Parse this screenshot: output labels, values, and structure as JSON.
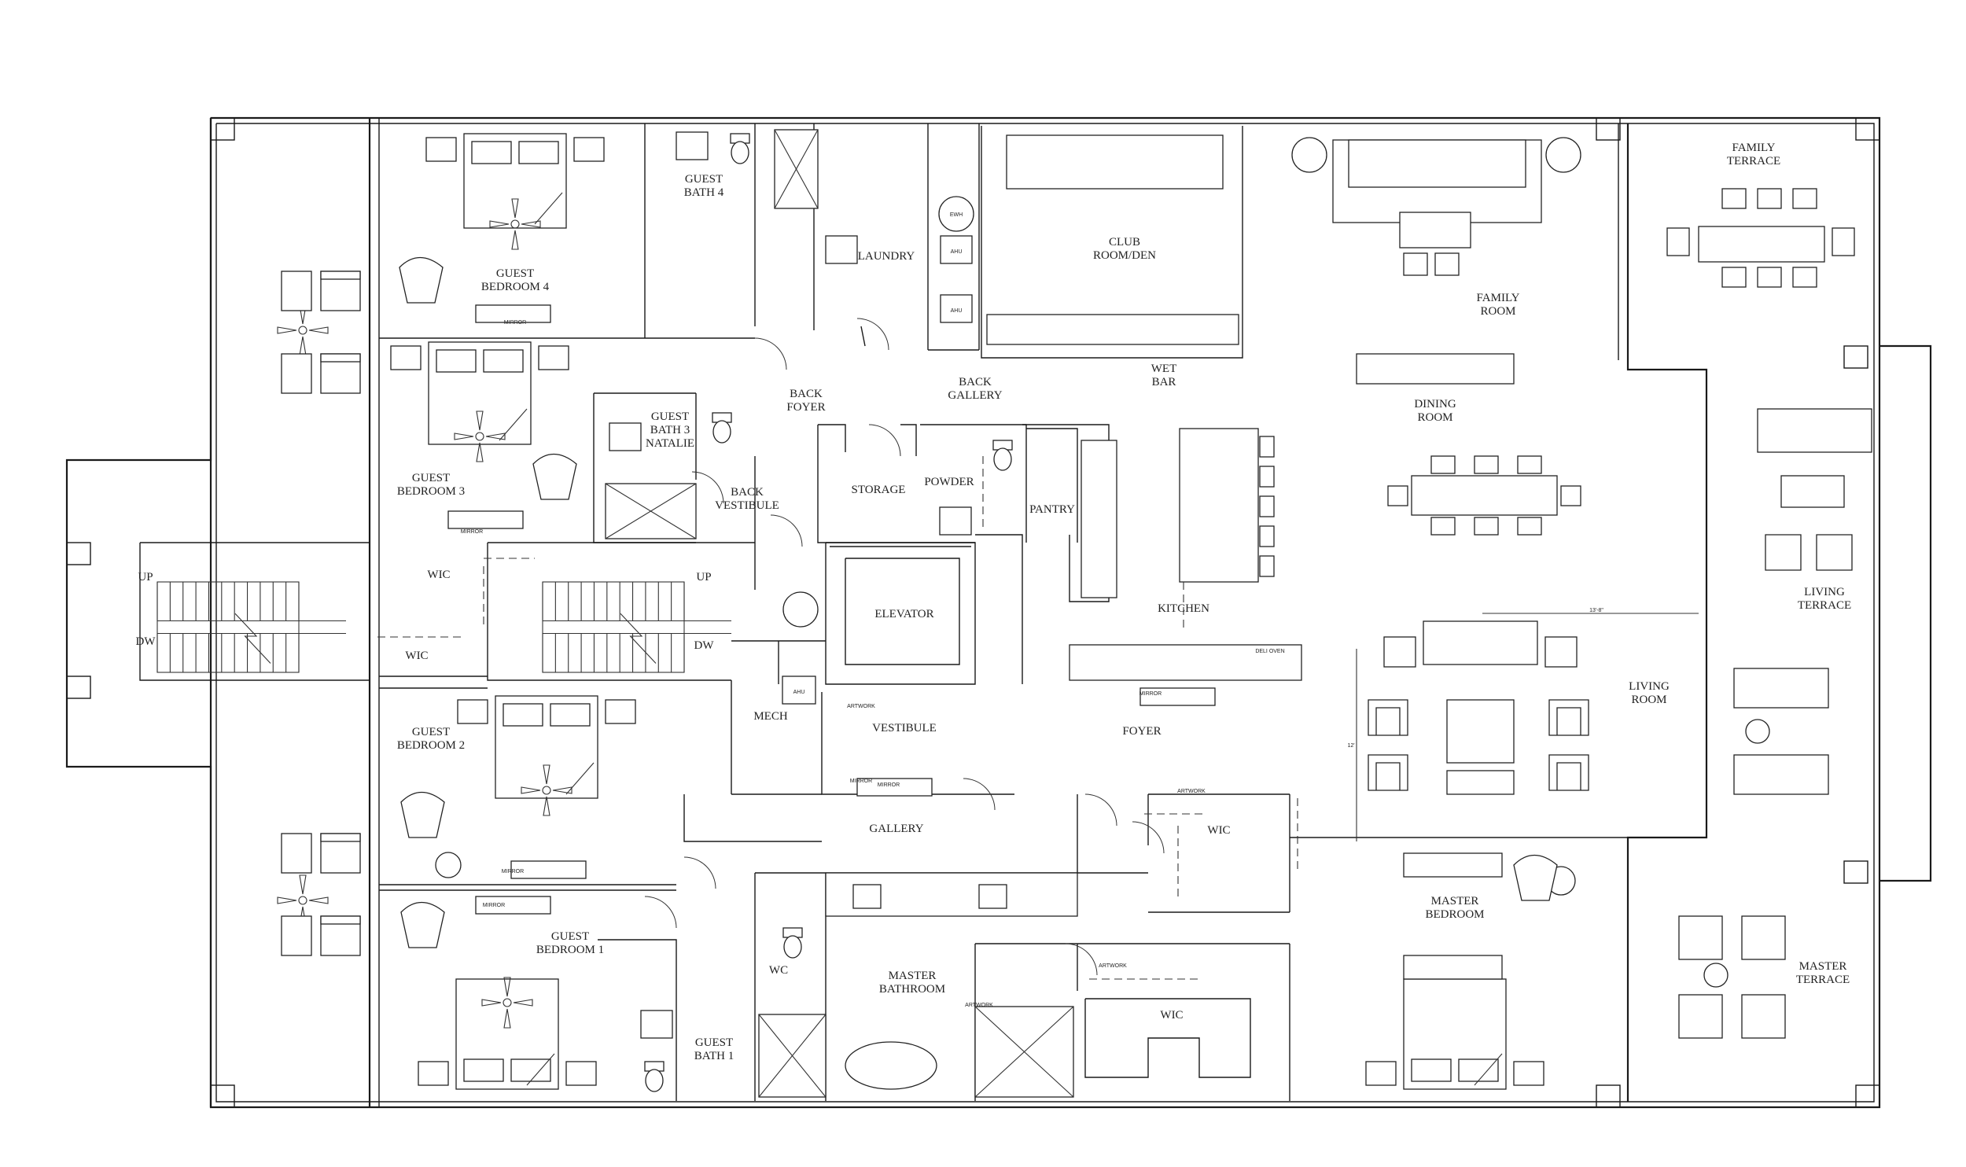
{
  "rooms": [
    {
      "id": "family-terrace",
      "lines": [
        "FAMILY",
        "TERRACE"
      ]
    },
    {
      "id": "guest-bath-4",
      "lines": [
        "GUEST",
        "BATH 4"
      ]
    },
    {
      "id": "laundry",
      "lines": [
        "LAUNDRY"
      ]
    },
    {
      "id": "club-room-den",
      "lines": [
        "CLUB",
        "ROOM/DEN"
      ]
    },
    {
      "id": "family-room",
      "lines": [
        "FAMILY",
        "ROOM"
      ]
    },
    {
      "id": "guest-bedroom-4",
      "lines": [
        "GUEST",
        "BEDROOM 4"
      ]
    },
    {
      "id": "back-foyer",
      "lines": [
        "BACK",
        "FOYER"
      ]
    },
    {
      "id": "back-gallery",
      "lines": [
        "BACK",
        "GALLERY"
      ]
    },
    {
      "id": "wet-bar",
      "lines": [
        "WET",
        "BAR"
      ]
    },
    {
      "id": "dining-room",
      "lines": [
        "DINING",
        "ROOM"
      ]
    },
    {
      "id": "guest-bath-3",
      "lines": [
        "GUEST",
        "BATH 3",
        "NATALIE"
      ]
    },
    {
      "id": "storage",
      "lines": [
        "STORAGE"
      ]
    },
    {
      "id": "powder",
      "lines": [
        "POWDER"
      ]
    },
    {
      "id": "pantry",
      "lines": [
        "PANTRY"
      ]
    },
    {
      "id": "guest-bedroom-3",
      "lines": [
        "GUEST",
        "BEDROOM 3"
      ]
    },
    {
      "id": "back-vestibule",
      "lines": [
        "BACK",
        "VESTIBULE"
      ]
    },
    {
      "id": "living-terrace",
      "lines": [
        "LIVING",
        "TERRACE"
      ]
    },
    {
      "id": "wic-1",
      "lines": [
        "WIC"
      ]
    },
    {
      "id": "kitchen",
      "lines": [
        "KITCHEN"
      ]
    },
    {
      "id": "elevator",
      "lines": [
        "ELEVATOR"
      ]
    },
    {
      "id": "wic-2",
      "lines": [
        "WIC"
      ]
    },
    {
      "id": "living-room",
      "lines": [
        "LIVING",
        "ROOM"
      ]
    },
    {
      "id": "mech",
      "lines": [
        "MECH"
      ]
    },
    {
      "id": "vestibule",
      "lines": [
        "VESTIBULE"
      ]
    },
    {
      "id": "foyer",
      "lines": [
        "FOYER"
      ]
    },
    {
      "id": "guest-bedroom-2",
      "lines": [
        "GUEST",
        "BEDROOM 2"
      ]
    },
    {
      "id": "gallery",
      "lines": [
        "GALLERY"
      ]
    },
    {
      "id": "wic-3",
      "lines": [
        "WIC"
      ]
    },
    {
      "id": "master-bedroom",
      "lines": [
        "MASTER",
        "BEDROOM"
      ]
    },
    {
      "id": "master-bathroom",
      "lines": [
        "MASTER",
        "BATHROOM"
      ]
    },
    {
      "id": "wc",
      "lines": [
        "WC"
      ]
    },
    {
      "id": "master-terrace",
      "lines": [
        "MASTER",
        "TERRACE"
      ]
    },
    {
      "id": "guest-bedroom-1",
      "lines": [
        "GUEST",
        "BEDROOM 1"
      ]
    },
    {
      "id": "wic-4",
      "lines": [
        "WIC"
      ]
    },
    {
      "id": "guest-bath-1",
      "lines": [
        "GUEST",
        "BATH 1"
      ]
    }
  ],
  "stairs": [
    {
      "id": "stair-left",
      "up": "UP",
      "down": "DW"
    },
    {
      "id": "stair-right",
      "up": "UP",
      "down": "DW"
    }
  ],
  "equipment": [
    {
      "id": "ewh",
      "text": "EWH"
    },
    {
      "id": "ahu-1",
      "text": "AHU"
    },
    {
      "id": "ahu-2",
      "text": "AHU"
    },
    {
      "id": "ahu-3",
      "text": "AHU"
    }
  ],
  "small_tags": [
    {
      "id": "mirror-1",
      "text": "MIRROR"
    },
    {
      "id": "mirror-2",
      "text": "MIRROR"
    },
    {
      "id": "mirror-3",
      "text": "MIRROR"
    },
    {
      "id": "mirror-4",
      "text": "MIRROR"
    },
    {
      "id": "mirror-5",
      "text": "MIRROR"
    },
    {
      "id": "mirror-6",
      "text": "MIRROR"
    },
    {
      "id": "mirror-7",
      "text": "MIRROR"
    },
    {
      "id": "artwork-1",
      "text": "ARTWORK"
    },
    {
      "id": "artwork-2",
      "text": "ARTWORK"
    },
    {
      "id": "artwork-3",
      "text": "ARTWORK"
    },
    {
      "id": "artwork-4",
      "text": "ARTWORK"
    },
    {
      "id": "deli-oven",
      "text": "DELI OVEN"
    }
  ],
  "dimensions": [
    {
      "id": "living-room-width",
      "text": "13'-8\""
    },
    {
      "id": "living-room-depth",
      "text": "12'"
    }
  ]
}
